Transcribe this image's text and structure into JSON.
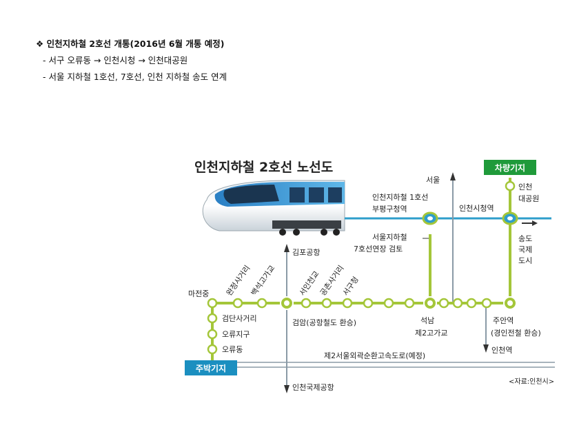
{
  "bullets": {
    "marker": "❖",
    "heading": "인천지하철 2호선 개통(2016년  6월 개통 예정)",
    "items": [
      "- 서구 오류동  → 인천시청 → 인천대공원",
      "- 서울 지하철 1호선, 7호선, 인천 지하철 송도 연계"
    ]
  },
  "map": {
    "title": "인천지하철 2호선 노선도",
    "depots": {
      "vehicle": "차량기지",
      "main": "주박기지"
    },
    "stations": {
      "majeon": "마전중",
      "wanjeong": "완정사거리",
      "baekseok": "백석고가교",
      "geomdan": "검단사거리",
      "oryu_jigu": "오류지구",
      "oryudong": "오류동",
      "geomam": "검암(공항철도 환승)",
      "seoin": "서인천교",
      "gongchon": "공촌사거리",
      "seogu": "서구청",
      "seoknam": "석남",
      "je2": "제2고가교",
      "juan": "주안역",
      "juan_transfer": "(경인전철 환승)",
      "incheon_park": "인천",
      "incheon_park2": "대공원",
      "cityhall": "인천시청역",
      "bupyeong1": "인천지하철 1호선",
      "bupyeong2": "부평구청역"
    },
    "directions": {
      "seoul": "서울",
      "gimpo": "김포공항",
      "icn_airport": "인천국제공항",
      "incheon_station": "인천역",
      "songdo1": "송도",
      "songdo2": "국제",
      "songdo3": "도시"
    },
    "notes": {
      "line7a": "서울지하철",
      "line7b": "7호선연장 검토",
      "expressway": "제2서울외곽순환고속도로(예정)",
      "source": "<자료:인천시>"
    },
    "colors": {
      "line2": "#a4c639",
      "line1": "#2e9ecb",
      "grey_line": "#8a9aa6",
      "depot_green": "#1f9a3a",
      "depot_blue": "#1b8fc0"
    }
  }
}
